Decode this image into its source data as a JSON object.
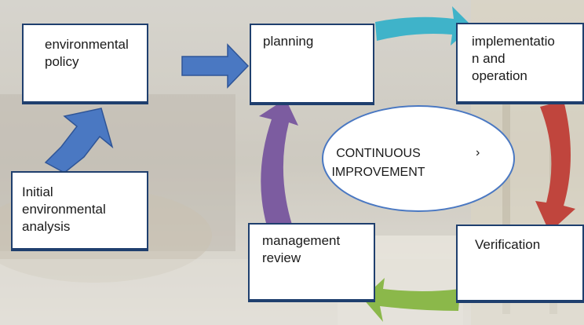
{
  "boxes": {
    "environmental_policy": "environmental\npolicy",
    "planning": "planning",
    "implementation_and_operation": "implementatio\nn and\noperation",
    "initial_environmental_analysis": "Initial\nenvironmental\nanalysis",
    "verification": "Verification",
    "management_review": "management\nreview"
  },
  "center": {
    "label": "CONTINUOUS\nIMPROVEMENT",
    "mark": "›"
  },
  "colors": {
    "box_border": "#1f3f6e",
    "arrow_blue": "#4a78c2",
    "arrow_teal": "#3fb3c9",
    "arrow_red": "#c0453d",
    "arrow_green": "#8bb84a",
    "arrow_purple": "#7c5ca0",
    "ellipse_border": "#4a78c2"
  }
}
